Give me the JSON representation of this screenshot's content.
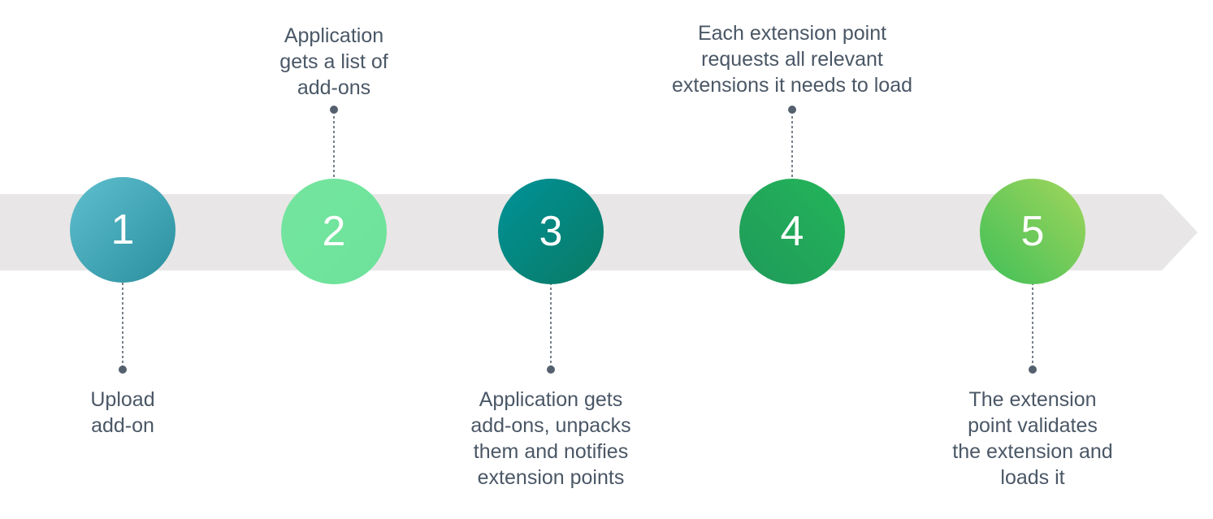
{
  "steps": [
    {
      "number": "1",
      "label_position": "below",
      "label_lines": [
        "Upload",
        "add-on"
      ],
      "color_from": "#5fbfcf",
      "color_to": "#2a8f9e"
    },
    {
      "number": "2",
      "label_position": "above",
      "label_lines": [
        "Application",
        "gets a list of",
        "add-ons"
      ],
      "color_from": "#74e59f",
      "color_to": "#6de29a"
    },
    {
      "number": "3",
      "label_position": "below",
      "label_lines": [
        "Application gets",
        "add-ons, unpacks",
        "them and notifies",
        "extension points"
      ],
      "color_from": "#009298",
      "color_to": "#0a7a64"
    },
    {
      "number": "4",
      "label_position": "above",
      "label_lines": [
        "Each extension point",
        "requests all relevant",
        "extensions it needs to load"
      ],
      "color_from": "#1f9a5a",
      "color_to": "#24b55a"
    },
    {
      "number": "5",
      "label_position": "below",
      "label_lines": [
        "The extension",
        "point validates",
        "the extension and",
        "loads it"
      ],
      "color_from": "#3fbf58",
      "color_to": "#a2d65c"
    }
  ],
  "colors": {
    "arrow": "#e8e6e6",
    "connector": "#55606e",
    "text": "#4a5766"
  }
}
